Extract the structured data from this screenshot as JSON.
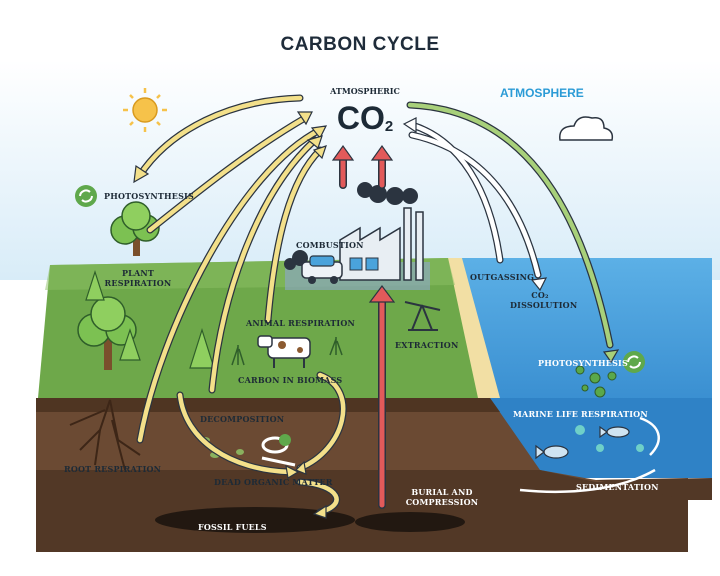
{
  "title": "CARBON CYCLE",
  "atmosphere_label": "ATMOSPHERE",
  "atmospheric_label": "ATMOSPHERIC",
  "co2_main": "CO",
  "co2_sub": "2",
  "labels": {
    "photosynthesis_land": "PHOTOSYNTHESIS",
    "plant_respiration_1": "PLANT",
    "plant_respiration_2": "RESPIRATION",
    "combustion": "COMBUSTION",
    "animal_respiration": "ANIMAL RESPIRATION",
    "extraction": "EXTRACTION",
    "carbon_in_biomass": "CARBON IN BIOMASS",
    "decomposition": "DECOMPOSITION",
    "root_respiration": "ROOT RESPIRATION",
    "dead_organic_matter": "DEAD ORGANIC MATTER",
    "fossil_fuels": "FOSSIL FUELS",
    "burial_1": "BURIAL AND",
    "burial_2": "COMPRESSION",
    "outgassing": "OUTGASSING",
    "co2_dissolution_1": "CO₂",
    "co2_dissolution_2": "DISSOLUTION",
    "photosynthesis_ocean": "PHOTOSYNTHESIS",
    "marine_life_respiration": "MARINE LIFE RESPIRATION",
    "sedimentation": "SEDIMENTATION"
  },
  "colors": {
    "sky": "#e3f2fb",
    "grass": "#6ea84a",
    "soil": "#6b4a33",
    "ocean": "#3f9ad6",
    "arrow_yellow": "#f3e08a",
    "arrow_red": "#e25a5a",
    "arrow_green": "#a8d07a",
    "arrow_white": "#ffffff"
  },
  "icons": [
    "sun-icon",
    "cloud-icon",
    "tree-icon",
    "factory-icon",
    "car-icon",
    "cow-icon",
    "fish-icon",
    "pump-jack-icon",
    "recycle-icon"
  ]
}
